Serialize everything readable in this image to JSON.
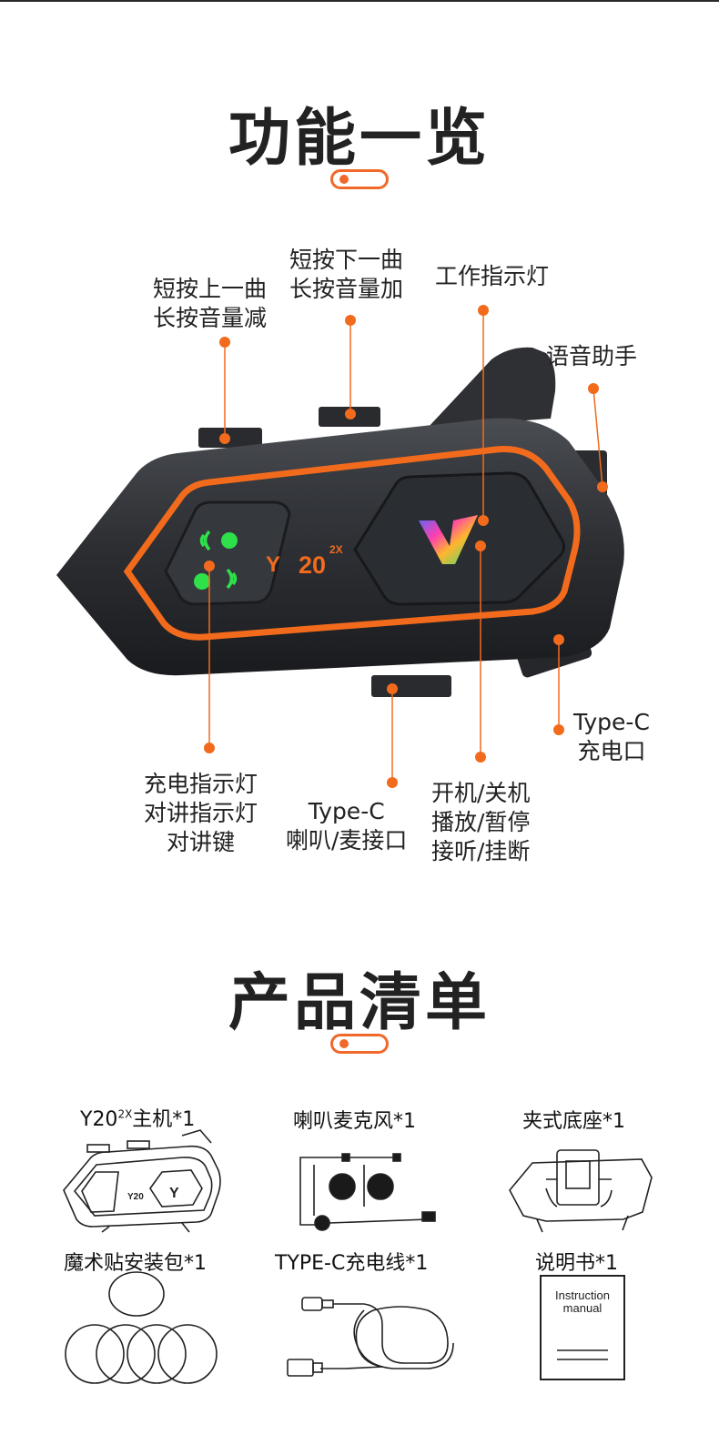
{
  "features": {
    "title": "功能一览",
    "callouts": {
      "prev_track": [
        "短按上一曲",
        "长按音量减"
      ],
      "next_track": [
        "短按下一曲",
        "长按音量加"
      ],
      "work_indicator": [
        "工作指示灯"
      ],
      "voice_assistant": [
        "语音助手"
      ],
      "typec_charge": [
        "Type-C",
        "充电口"
      ],
      "charge_intercom": [
        "充电指示灯",
        "对讲指示灯",
        "对讲键"
      ],
      "typec_speaker": [
        "Type-C",
        "喇叭/麦接口"
      ],
      "power_play": [
        "开机/关机",
        "播放/暂停",
        "接听/挂断"
      ]
    },
    "device": {
      "model_text": "20",
      "model_sup": "2X",
      "logo_letter": "Y",
      "accent_color": "#f26b1d",
      "led_color": "#2ee04a"
    }
  },
  "package": {
    "title": "产品清单",
    "items": [
      {
        "name": "Y20",
        "sup": "2X",
        "suffix": "主机*1"
      },
      {
        "name": "喇叭麦克风*1"
      },
      {
        "name": "夹式底座*1"
      },
      {
        "name": "魔术贴安装包*1"
      },
      {
        "name": "TYPE-C充电线*1"
      },
      {
        "name": "说明书*1"
      }
    ],
    "manual_cover": [
      "Instruction",
      "manual"
    ]
  }
}
